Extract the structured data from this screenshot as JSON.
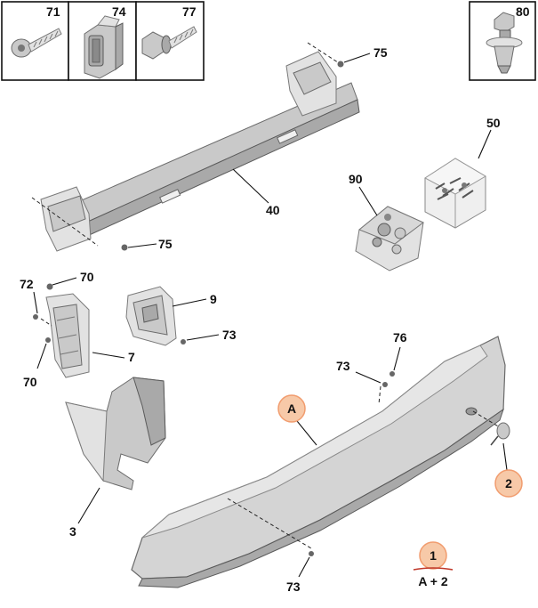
{
  "callouts": {
    "p71": "71",
    "p74": "74",
    "p77": "77",
    "p80": "80",
    "p75a": "75",
    "p75b": "75",
    "p40": "40",
    "p50": "50",
    "p90": "90",
    "p72": "72",
    "p70a": "70",
    "p70b": "70",
    "p9": "9",
    "p73a": "73",
    "p7": "7",
    "p76": "76",
    "p73b": "73",
    "p3": "3",
    "p73c": "73",
    "markerA": "A",
    "marker2": "2",
    "marker1": "1",
    "legend": "A + 2"
  },
  "colors": {
    "marker_fill": "#f7c9a8",
    "marker_stroke": "#f19c6e",
    "marker_text": "#c0392b"
  }
}
